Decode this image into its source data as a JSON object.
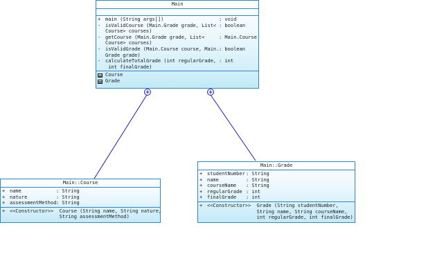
{
  "main_class": {
    "title": "Main",
    "methods": [
      {
        "vis": "+",
        "lines": [
          "main (String args[])"
        ],
        "type": ": void"
      },
      {
        "vis": "-",
        "lines": [
          "isValidCourse (Main.Grade grade, List<",
          "Course> courses)"
        ],
        "type": ": boolean"
      },
      {
        "vis": "-",
        "lines": [
          "getCourse (Main.Grade grade, List<",
          "Course> courses)"
        ],
        "type": ": Main.Course"
      },
      {
        "vis": "-",
        "lines": [
          "isValidGrade (Main.Course course, Main.",
          "Grade grade)"
        ],
        "type": ": boolean"
      },
      {
        "vis": "-",
        "lines": [
          "calculateTotalGrade (int regularGrade,",
          " int finalGrade)"
        ],
        "type": ": int"
      }
    ],
    "nested": [
      "Course",
      "Grade"
    ]
  },
  "course_class": {
    "title": "Main::Course",
    "attributes": [
      {
        "vis": "+",
        "name": "name",
        "type": ": String"
      },
      {
        "vis": "+",
        "name": "nature",
        "type": ": String"
      },
      {
        "vis": "+",
        "name": "assessmentMethod",
        "type": ": String"
      }
    ],
    "operations": [
      {
        "vis": "+",
        "lines": [
          "<<Constructor>>  Course (String name, String nature,",
          "                 String assessmentMethod)"
        ]
      }
    ]
  },
  "grade_class": {
    "title": "Main::Grade",
    "attributes": [
      {
        "vis": "+",
        "name": "studentNumber",
        "type": ": String"
      },
      {
        "vis": "+",
        "name": "name",
        "type": ": String"
      },
      {
        "vis": "+",
        "name": "courseName",
        "type": ": String"
      },
      {
        "vis": "+",
        "name": "regularGrade",
        "type": ": int"
      },
      {
        "vis": "+",
        "name": "finalGrade",
        "type": ": int"
      }
    ],
    "operations": [
      {
        "vis": "+",
        "lines": [
          "<<Constructor>>  Grade (String studentNumber,",
          "                 String name, String courseName,",
          "                 int regularGrade, int finalGrade)"
        ]
      }
    ]
  },
  "colors": {
    "border": "#2f86c4",
    "fill": "#c4eaf8",
    "connector": "#1a1ab0"
  },
  "icons": {
    "nested_class": "class-icon",
    "containment": "circle-plus-icon"
  }
}
